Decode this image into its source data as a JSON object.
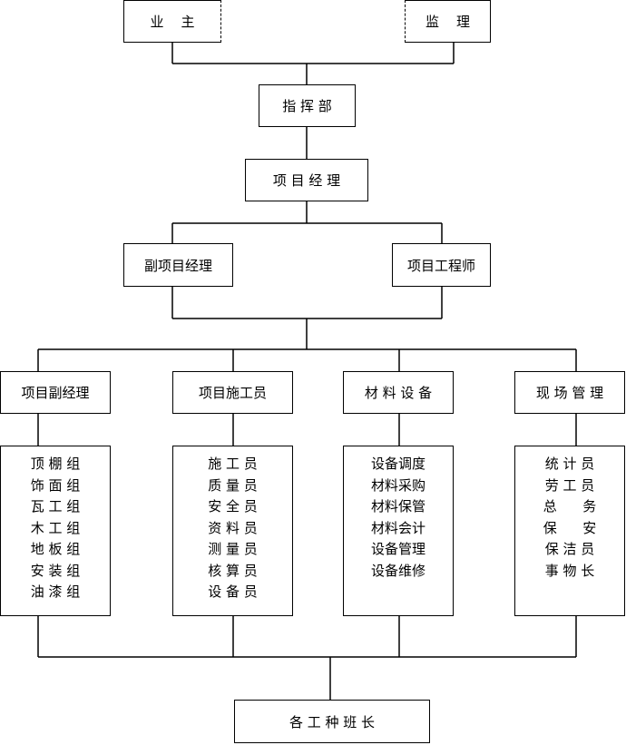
{
  "nodes": {
    "owner": "业    主",
    "supervisor": "监    理",
    "command": "指 挥 部",
    "project_manager": "项 目 经 理",
    "deputy_manager": "副项目经理",
    "project_engineer": "项目工程师",
    "sub_deputy": "项目副经理",
    "constructor": "项目施工员",
    "materials": "材 料 设 备",
    "site_mgmt": "现 场 管 理",
    "team_leaders": "各 工 种 班 长"
  },
  "lists": {
    "groups": [
      "顶 棚 组",
      "饰 面 组",
      "瓦 工 组",
      "木 工 组",
      "地 板 组",
      "安 装 组",
      "油 漆 组"
    ],
    "staff": [
      "施 工 员",
      "质 量 员",
      "安 全 员",
      "资 料 员",
      "测 量 员",
      "核 算 员",
      "设 备 员"
    ],
    "equipment": [
      "设备调度",
      "材料采购",
      "材料保管",
      "材料会计",
      "设备管理",
      "设备维修"
    ],
    "site": [
      "统 计 员",
      "劳 工 员",
      "总      务",
      "保      安",
      "保 洁 员",
      "事 物 长"
    ]
  },
  "colors": {
    "line": "#000000",
    "box_bg": "#ffffff"
  }
}
